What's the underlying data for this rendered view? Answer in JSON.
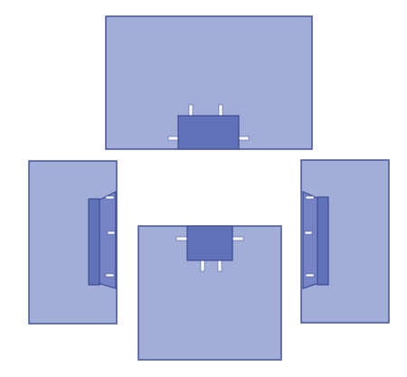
{
  "diagram": {
    "kind": "component-orientation-views",
    "views": [
      {
        "id": "top",
        "tab_side": "bottom"
      },
      {
        "id": "left",
        "tab_side": "right"
      },
      {
        "id": "bottom",
        "tab_side": "top"
      },
      {
        "id": "right",
        "tab_side": "left"
      }
    ]
  },
  "colors": {
    "panel_fill": "#a3aed8",
    "panel_stroke": "#3b4c91",
    "component_fill": "#6272b9",
    "component_face": "#7684c6",
    "pin_fill": "#ffffff",
    "pin_stroke": "#4a5a9e",
    "background": "#ffffff"
  }
}
